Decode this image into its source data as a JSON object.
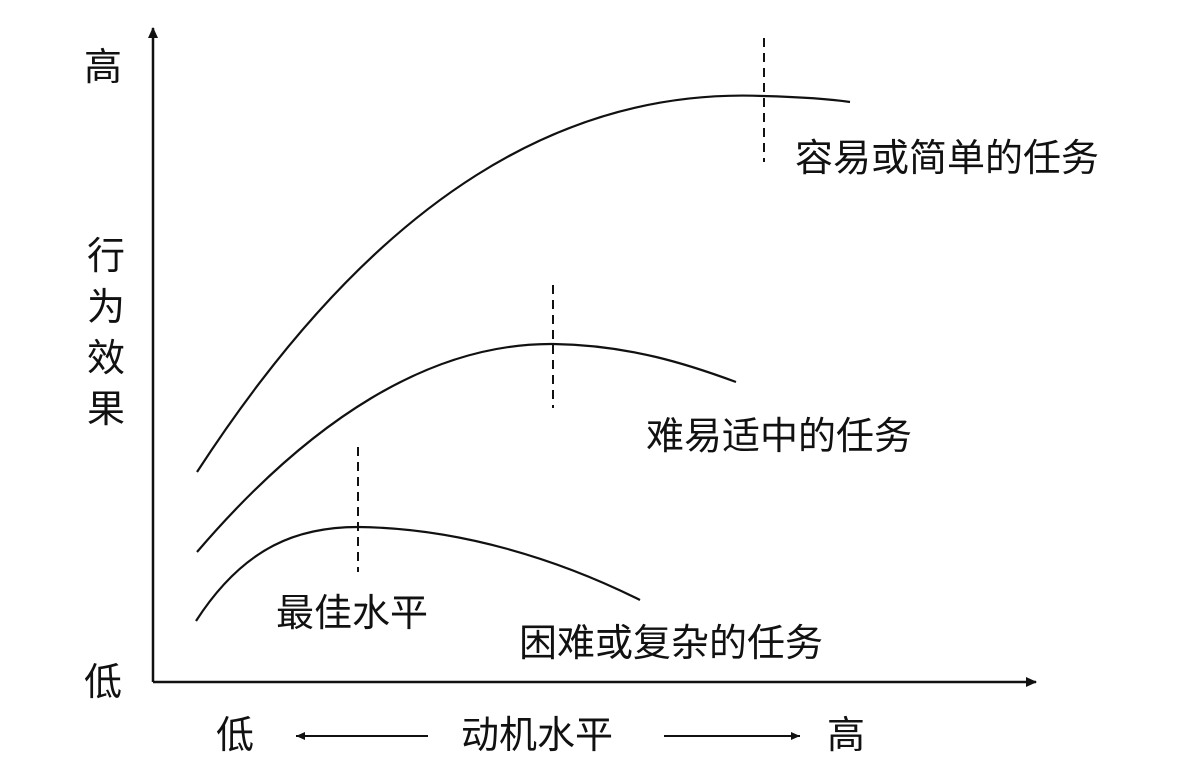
{
  "y_axis": {
    "title_chars": [
      "行",
      "为",
      "效",
      "果"
    ],
    "high_label": "高",
    "low_label": "低"
  },
  "x_axis": {
    "title": "动机水平",
    "low_label": "低",
    "high_label": "高"
  },
  "curves": {
    "easy": {
      "label": "容易或简单的任务"
    },
    "medium": {
      "label": "难易适中的任务"
    },
    "hard": {
      "label": "困难或复杂的任务"
    }
  },
  "optimum_label": "最佳水平",
  "colors": {
    "ink": "#111111",
    "background": "#ffffff"
  }
}
